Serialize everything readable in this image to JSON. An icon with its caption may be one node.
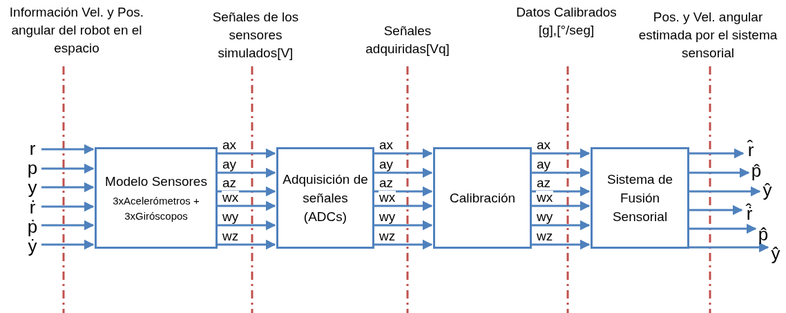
{
  "diagram": {
    "nodes": [
      {
        "text": [
          "r"
        ]
      },
      {
        "text": [
          "p"
        ]
      },
      {
        "text": [
          "y"
        ]
      },
      {
        "text": [
          "ṙ"
        ]
      },
      {
        "text": [
          "ṗ"
        ]
      },
      {
        "text": [
          "ẏ"
        ]
      },
      {
        "text": [
          "Modelo Sensores",
          "3xAcelerómetros + 3xGiróscopos"
        ]
      },
      {
        "text": [
          "Adquisición de señales (ADCs)"
        ]
      },
      {
        "text": [
          "Calibración"
        ]
      },
      {
        "text": [
          "Sistema de Fusión Sensorial"
        ]
      },
      {
        "text": [
          "r̂"
        ]
      },
      {
        "text": [
          "p̂"
        ]
      },
      {
        "text": [
          "ŷ"
        ]
      },
      {
        "text": [
          "ṙ̂"
        ]
      },
      {
        "text": [
          "ṗ̂"
        ]
      },
      {
        "text": [
          "ẏ̂"
        ]
      }
    ],
    "edges": [
      {
        "from": 0,
        "to": 6,
        "arrow": "to"
      },
      {
        "from": 1,
        "to": 6,
        "arrow": "to"
      },
      {
        "from": 2,
        "to": 6,
        "arrow": "to"
      },
      {
        "from": 3,
        "to": 6,
        "arrow": "to"
      },
      {
        "from": 4,
        "to": 6,
        "arrow": "to"
      },
      {
        "from": 5,
        "to": 6,
        "arrow": "to"
      },
      {
        "from": 6,
        "to": 7,
        "arrow": "to",
        "label": "ax"
      },
      {
        "from": 6,
        "to": 7,
        "arrow": "to",
        "label": "ay"
      },
      {
        "from": 6,
        "to": 7,
        "arrow": "to",
        "label": "az"
      },
      {
        "from": 6,
        "to": 7,
        "arrow": "to",
        "label": "wx"
      },
      {
        "from": 6,
        "to": 7,
        "arrow": "to",
        "label": "wy"
      },
      {
        "from": 6,
        "to": 7,
        "arrow": "to",
        "label": "wz"
      },
      {
        "from": 7,
        "to": 8,
        "arrow": "to",
        "label": "ax"
      },
      {
        "from": 7,
        "to": 8,
        "arrow": "to",
        "label": "ay"
      },
      {
        "from": 7,
        "to": 8,
        "arrow": "to",
        "label": "az"
      },
      {
        "from": 7,
        "to": 8,
        "arrow": "to",
        "label": "wx"
      },
      {
        "from": 7,
        "to": 8,
        "arrow": "to",
        "label": "wy"
      },
      {
        "from": 7,
        "to": 8,
        "arrow": "to",
        "label": "wz"
      },
      {
        "from": 8,
        "to": 9,
        "arrow": "to",
        "label": "ax"
      },
      {
        "from": 8,
        "to": 9,
        "arrow": "to",
        "label": "ay"
      },
      {
        "from": 8,
        "to": 9,
        "arrow": "to",
        "label": "az"
      },
      {
        "from": 8,
        "to": 9,
        "arrow": "to",
        "label": "wx"
      },
      {
        "from": 8,
        "to": 9,
        "arrow": "to",
        "label": "wy"
      },
      {
        "from": 8,
        "to": 9,
        "arrow": "to",
        "label": "wz"
      },
      {
        "from": 9,
        "to": 10,
        "arrow": "to"
      },
      {
        "from": 9,
        "to": 11,
        "arrow": "to"
      },
      {
        "from": 9,
        "to": 12,
        "arrow": "to"
      },
      {
        "from": 9,
        "to": 13,
        "arrow": "to"
      },
      {
        "from": 9,
        "to": 14,
        "arrow": "to"
      },
      {
        "from": 9,
        "to": 15,
        "arrow": "to"
      }
    ],
    "labels": [
      "Información Vel. y Pos. angular del robot en el espacio",
      "Señales de los sensores simulados[V]",
      "Señales adquiridas[Vq]",
      "Datos Calibrados [g],[°/seg]",
      "Pos. y Vel. angular estimada por el sistema sensorial"
    ]
  }
}
